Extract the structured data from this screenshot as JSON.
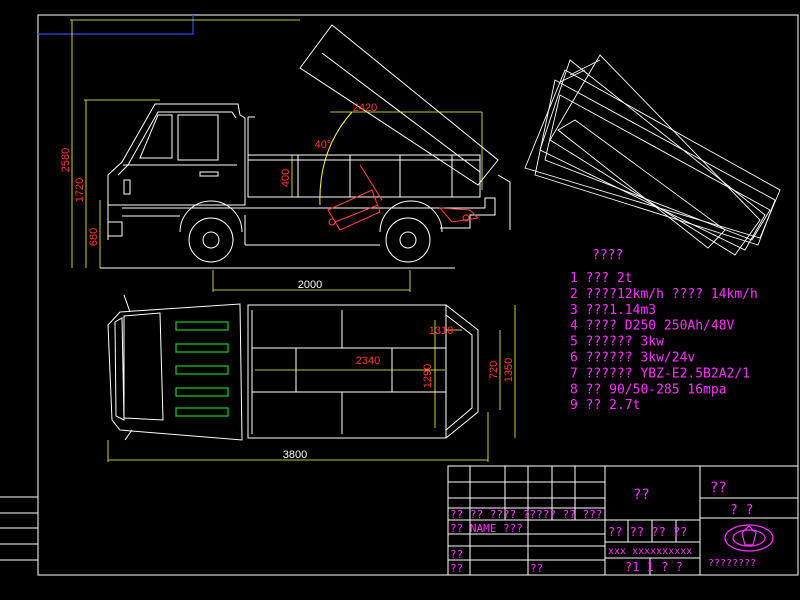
{
  "colors": {
    "background": "#000000",
    "line": "#ffffff",
    "frame_blue": "#3344ff",
    "dimension": "#ff3333",
    "leader": "#ffff44",
    "text": "#ff33ff",
    "green": "#22cc22",
    "title_block": "#ffffff"
  },
  "side_view": {
    "dims": {
      "total_height": "2580",
      "cab_height": "1720",
      "frame_height": "680",
      "box_height": "400",
      "wheelbase": "2000",
      "tipping_length": "2420",
      "tipping_angle": "40°"
    }
  },
  "top_view": {
    "dims": {
      "overall_length": "3800",
      "box_length": "2340",
      "box_width_inner": "1290",
      "box_width_mid": "720",
      "box_width_outer": "1350",
      "corner": "1310"
    }
  },
  "notes": {
    "heading": "????",
    "items": [
      "1 ??? 2t",
      "2 ????12km/h ???? 14km/h",
      "3 ???1.14m3",
      "4 ???? D250 250Ah/48V",
      "5 ?????? 3kw",
      "6 ?????? 3kw/24v",
      "7 ?????? YBZ-E2.5B2A2/1",
      "8 ?? 90/50-285 16mpa",
      "9 ?? 2.7t"
    ]
  },
  "title_block": {
    "material": "??",
    "drawing_no": "??",
    "marks": "?   ?",
    "revision_header": "?? ?? ???? ????? ?? ???",
    "signature_header": "?? NAME  ???",
    "design_row": "?? ?? ?? ??",
    "code": "xxx xxxxxxxxxx",
    "designer": "??",
    "checker": "??",
    "approver": "??",
    "sheet_info": "?1   1 ?   ?",
    "company": "????????"
  }
}
